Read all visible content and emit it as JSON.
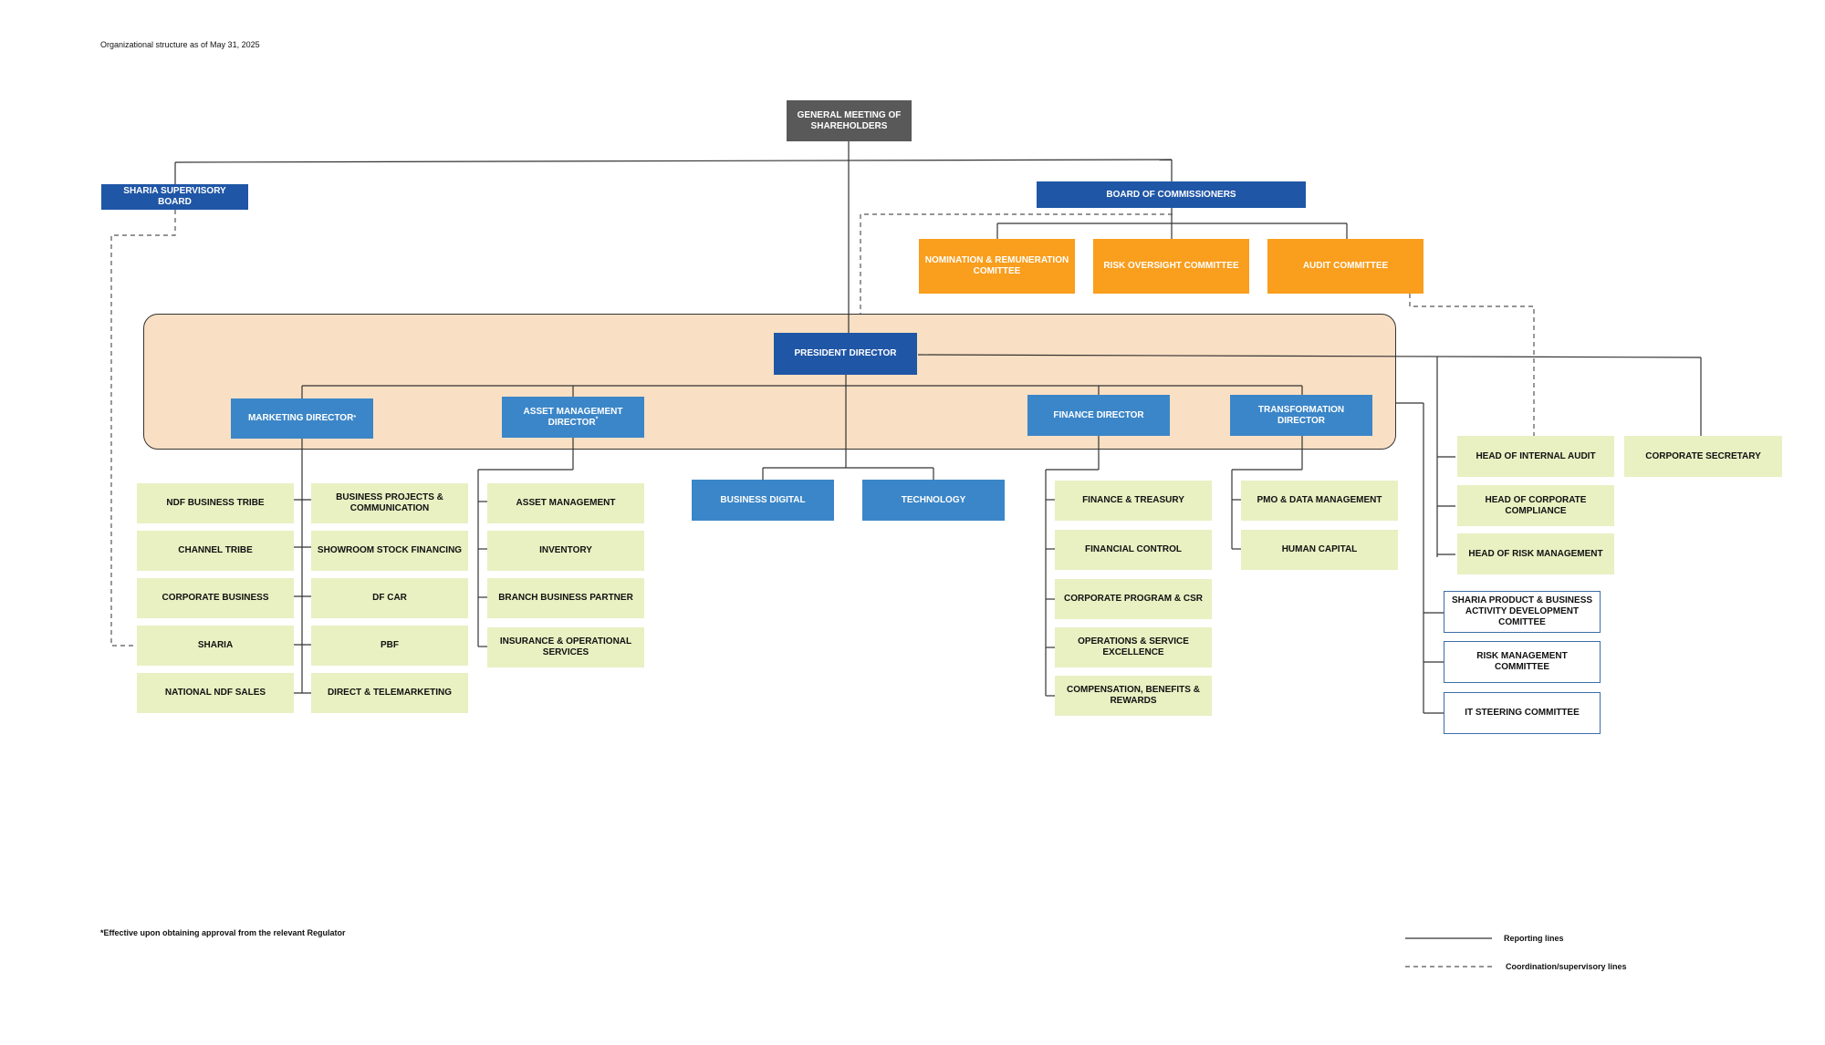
{
  "header": {
    "note": "Organizational structure as of May 31, 2025"
  },
  "footer": {
    "note": "*Effective upon obtaining approval from the relevant Regulator"
  },
  "legend": {
    "reporting": "Reporting lines",
    "coordination": "Coordination/supervisory lines"
  },
  "top": {
    "gms": "GENERAL MEETING OF SHAREHOLDERS",
    "sharia_board": "SHARIA SUPERVISORY BOARD",
    "boc": "BOARD OF COMMISSIONERS"
  },
  "committees": {
    "nomination": "NOMINATION & REMUNERATION COMITTEE",
    "risk_oversight": "RISK OVERSIGHT COMMITTEE",
    "audit": "AUDIT COMMITTEE"
  },
  "directors": {
    "president": "PRESIDENT DIRECTOR",
    "marketing": "MARKETING DIRECTOR",
    "asset": "ASSET MANAGEMENT DIRECTOR",
    "finance": "FINANCE DIRECTOR",
    "transformation": "TRANSFORMATION DIRECTOR",
    "asterisk": "*"
  },
  "marketing_units_left": [
    "NDF BUSINESS TRIBE",
    "CHANNEL TRIBE",
    "CORPORATE BUSINESS",
    "SHARIA",
    "NATIONAL NDF SALES"
  ],
  "marketing_units_right": [
    "BUSINESS PROJECTS & COMMUNICATION",
    "SHOWROOM STOCK FINANCING",
    "DF CAR",
    "PBF",
    "DIRECT & TELEMARKETING"
  ],
  "asset_units": [
    "ASSET MANAGEMENT",
    "INVENTORY",
    "BRANCH BUSINESS PARTNER",
    "INSURANCE & OPERATIONAL SERVICES"
  ],
  "president_units": [
    "BUSINESS DIGITAL",
    "TECHNOLOGY"
  ],
  "finance_units": [
    "FINANCE & TREASURY",
    "FINANCIAL CONTROL",
    "CORPORATE PROGRAM & CSR",
    "OPERATIONS & SERVICE EXCELLENCE",
    "COMPENSATION, BENEFITS & REWARDS"
  ],
  "transformation_units": [
    "PMO & DATA MANAGEMENT",
    "HUMAN CAPITAL"
  ],
  "heads": [
    "HEAD OF INTERNAL AUDIT",
    "HEAD OF CORPORATE COMPLIANCE",
    "HEAD OF RISK MANAGEMENT"
  ],
  "corporate_secretary": "CORPORATE SECRETARY",
  "board_committees": [
    "SHARIA PRODUCT & BUSINESS ACTIVITY DEVELOPMENT COMITTEE",
    "RISK MANAGEMENT COMMITTEE",
    "IT STEERING COMMITTEE"
  ],
  "colors": {
    "gray": "#595959",
    "navy": "#1f56a6",
    "blue": "#3b86c8",
    "orange": "#f99e1d",
    "green": "#e9f0c2",
    "zone": "#f9dfc3",
    "outline": "#3d6ea6"
  }
}
